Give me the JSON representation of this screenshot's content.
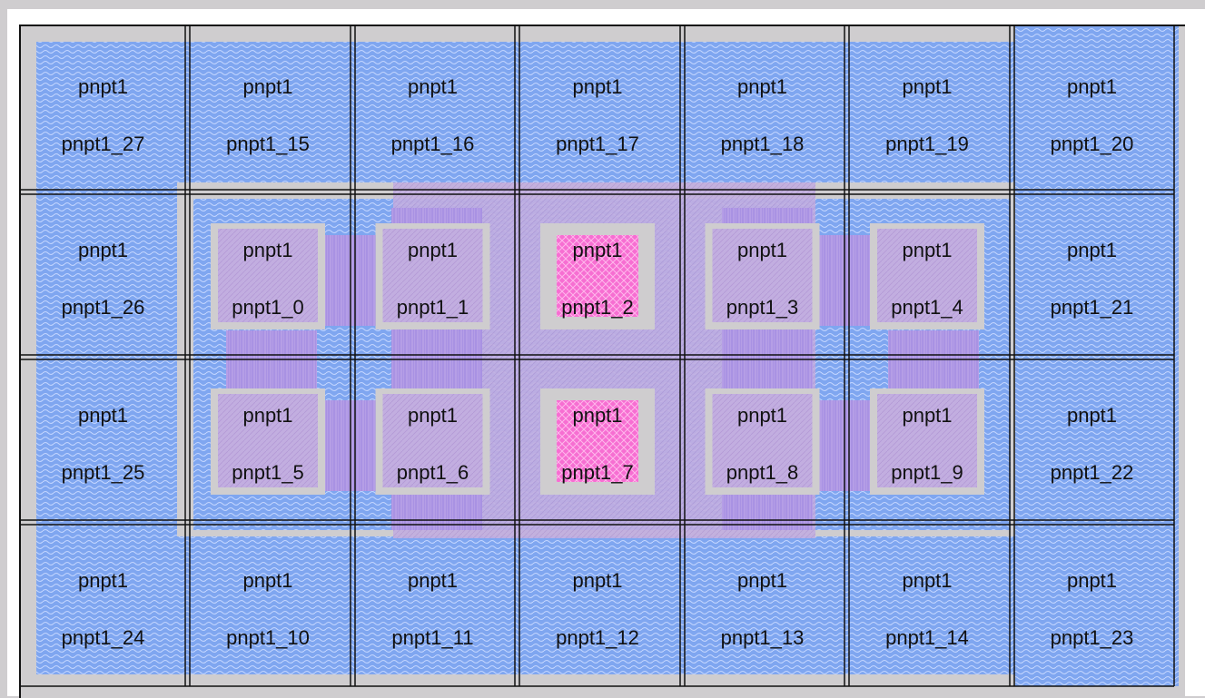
{
  "layout_view": {
    "colors": {
      "background": "#cfcdcf",
      "canvas": "#ffffff",
      "diffusion_blue": "#7fa6f0",
      "diffusion_wave": "#c4d6ff",
      "active_purple": "#c2aee0",
      "contact_pink": "#f76ed2",
      "cell_outline": "#111111"
    },
    "rows": [
      {
        "cells": [
          {
            "type": "pnpt1",
            "name": "pnpt1_27",
            "variant": "edge"
          },
          {
            "type": "pnpt1",
            "name": "pnpt1_15",
            "variant": "edge"
          },
          {
            "type": "pnpt1",
            "name": "pnpt1_16",
            "variant": "edge"
          },
          {
            "type": "pnpt1",
            "name": "pnpt1_17",
            "variant": "edge"
          },
          {
            "type": "pnpt1",
            "name": "pnpt1_18",
            "variant": "edge"
          },
          {
            "type": "pnpt1",
            "name": "pnpt1_19",
            "variant": "edge"
          },
          {
            "type": "pnpt1",
            "name": "pnpt1_20",
            "variant": "corner"
          }
        ]
      },
      {
        "cells": [
          {
            "type": "pnpt1",
            "name": "pnpt1_26",
            "variant": "edge"
          },
          {
            "type": "pnpt1",
            "name": "pnpt1_0",
            "variant": "device"
          },
          {
            "type": "pnpt1",
            "name": "pnpt1_1",
            "variant": "device"
          },
          {
            "type": "pnpt1",
            "name": "pnpt1_2",
            "variant": "device-hot"
          },
          {
            "type": "pnpt1",
            "name": "pnpt1_3",
            "variant": "device"
          },
          {
            "type": "pnpt1",
            "name": "pnpt1_4",
            "variant": "device"
          },
          {
            "type": "pnpt1",
            "name": "pnpt1_21",
            "variant": "edge"
          }
        ]
      },
      {
        "cells": [
          {
            "type": "pnpt1",
            "name": "pnpt1_25",
            "variant": "edge"
          },
          {
            "type": "pnpt1",
            "name": "pnpt1_5",
            "variant": "device"
          },
          {
            "type": "pnpt1",
            "name": "pnpt1_6",
            "variant": "device"
          },
          {
            "type": "pnpt1",
            "name": "pnpt1_7",
            "variant": "device-hot"
          },
          {
            "type": "pnpt1",
            "name": "pnpt1_8",
            "variant": "device"
          },
          {
            "type": "pnpt1",
            "name": "pnpt1_9",
            "variant": "device"
          },
          {
            "type": "pnpt1",
            "name": "pnpt1_22",
            "variant": "edge"
          }
        ]
      },
      {
        "cells": [
          {
            "type": "pnpt1",
            "name": "pnpt1_24",
            "variant": "edge"
          },
          {
            "type": "pnpt1",
            "name": "pnpt1_10",
            "variant": "edge"
          },
          {
            "type": "pnpt1",
            "name": "pnpt1_11",
            "variant": "edge"
          },
          {
            "type": "pnpt1",
            "name": "pnpt1_12",
            "variant": "edge"
          },
          {
            "type": "pnpt1",
            "name": "pnpt1_13",
            "variant": "edge"
          },
          {
            "type": "pnpt1",
            "name": "pnpt1_14",
            "variant": "edge"
          },
          {
            "type": "pnpt1",
            "name": "pnpt1_23",
            "variant": "corner"
          }
        ]
      }
    ]
  }
}
